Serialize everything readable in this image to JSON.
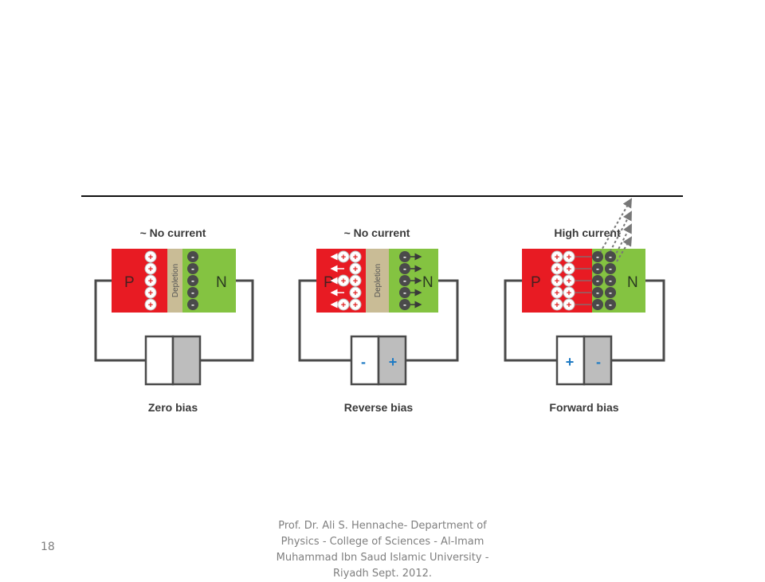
{
  "slide": {
    "number": "18",
    "footer": "Prof. Dr. Ali S. Hennache- Department of Physics - College of Sciences - Al-Imam Muhammad Ibn Saud Islamic University - Riyadh Sept. 2012."
  },
  "colors": {
    "p_region": "#e81b23",
    "n_region": "#84c341",
    "depletion": "#c9bc96",
    "wire": "#4a4a4a",
    "electron": "#4a4a4a",
    "battery_gray": "#bdbdbd",
    "battery_sign": "#1f7bc4"
  },
  "panels": [
    {
      "id": "zero",
      "current_label": "~ No current",
      "p_label": "P",
      "n_label": "N",
      "depletion_label": "Depletion",
      "battery_left": "",
      "battery_right": "",
      "caption": "Zero bias",
      "hole_sign": "+",
      "electron_sign": "-"
    },
    {
      "id": "reverse",
      "current_label": "~ No current",
      "p_label": "P",
      "n_label": "N",
      "depletion_label": "Depletion",
      "battery_left": "-",
      "battery_right": "+",
      "caption": "Reverse bias",
      "hole_sign": "+",
      "electron_sign": "-"
    },
    {
      "id": "forward",
      "current_label": "High current",
      "p_label": "P",
      "n_label": "N",
      "depletion_label": "",
      "battery_left": "+",
      "battery_right": "-",
      "caption": "Forward bias",
      "hole_sign": "+",
      "electron_sign": "-"
    }
  ]
}
